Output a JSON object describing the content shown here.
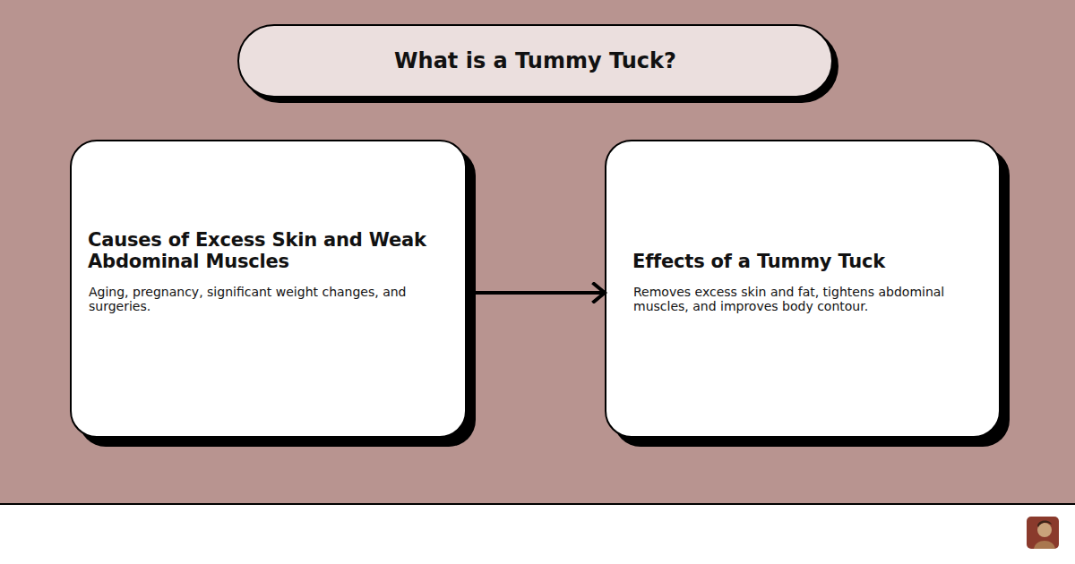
{
  "diagram": {
    "title": "What is a Tummy Tuck?",
    "nodes": [
      {
        "text": [
          "Causes of Excess Skin and Weak Abdominal Muscles",
          "Aging, pregnancy, significant weight changes, and surgeries."
        ]
      },
      {
        "text": [
          "Effects of a Tummy Tuck",
          "Removes excess skin and fat, tightens abdominal muscles, and improves body contour."
        ]
      }
    ],
    "edges": [
      {
        "from": 0,
        "to": 1,
        "arrow": "to"
      }
    ]
  }
}
